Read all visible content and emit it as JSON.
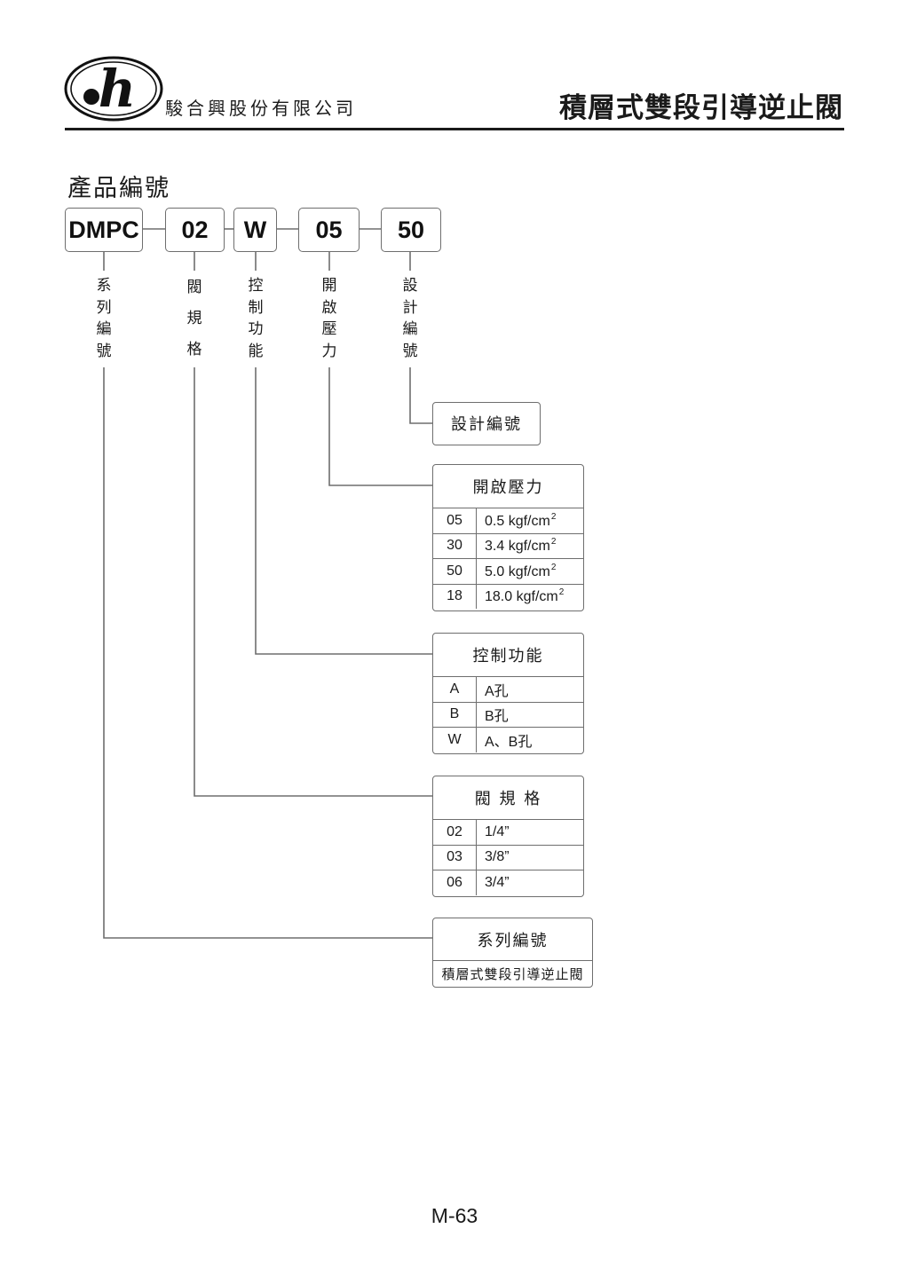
{
  "header": {
    "company_name": "駿合興股份有限公司",
    "document_title": "積層式雙段引導逆止閥",
    "logo_letter": "h"
  },
  "section_title": "產品編號",
  "code_boxes": [
    "DMPC",
    "02",
    "W",
    "05",
    "50"
  ],
  "code_labels": {
    "series": "系\n列\n編\n號",
    "size": "閥\n規\n格",
    "control": "控\n制\n功\n能",
    "pressure": "開\n啟\n壓\n力",
    "design": "設\n計\n編\n號"
  },
  "design_panel": {
    "title": "設計編號"
  },
  "pressure_panel": {
    "title": "開啟壓力",
    "unit": "kgf/cm",
    "unit_exp": "2",
    "rows": [
      {
        "code": "05",
        "value": "0.5"
      },
      {
        "code": "30",
        "value": "3.4"
      },
      {
        "code": "50",
        "value": "5.0"
      },
      {
        "code": "18",
        "value": "18.0"
      }
    ]
  },
  "control_panel": {
    "title": "控制功能",
    "rows": [
      {
        "code": "A",
        "value": "A孔"
      },
      {
        "code": "B",
        "value": "B孔"
      },
      {
        "code": "W",
        "value": "A、B孔"
      }
    ]
  },
  "size_panel": {
    "title": "閥 規 格",
    "rows": [
      {
        "code": "02",
        "value": "1/4”"
      },
      {
        "code": "03",
        "value": "3/8”"
      },
      {
        "code": "06",
        "value": "3/4”"
      }
    ]
  },
  "series_panel": {
    "title": "系列編號",
    "value": "積層式雙段引導逆止閥"
  },
  "page_number": "M-63"
}
